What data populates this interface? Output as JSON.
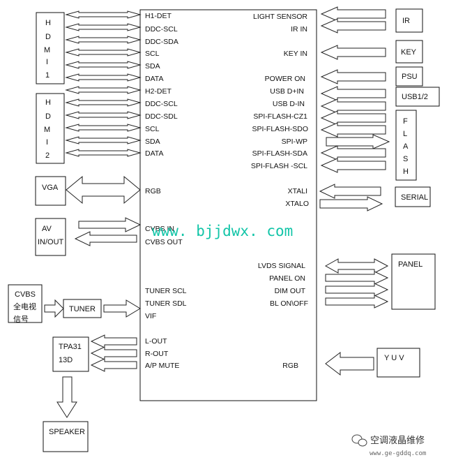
{
  "chip": {
    "left_pins": [
      "H1-DET",
      "DDC-SCL",
      "DDC-SDA",
      "SCL",
      "SDA",
      "DATA",
      "H2-DET",
      "DDC-SCL",
      "DDC-SDL",
      "SCL",
      "SDA",
      "DATA",
      "RGB",
      "CVBS IN",
      "CVBS OUT",
      "TUNER SCL",
      "TUNER SDL",
      "VIF",
      "L-OUT",
      "R-OUT",
      "A/P MUTE"
    ],
    "right_pins": [
      "LIGHT SENSOR",
      "IR IN",
      "KEY IN",
      "POWER ON",
      "USB D+IN",
      "USB D-IN",
      "SPI-FLASH-CZ1",
      "SPI-FLASH-SDO",
      "SPI-WP",
      "SPI-FLASH-SDA",
      "SPI-FLASH -SCL",
      "XTALI",
      "XTALO",
      "LVDS SIGNAL",
      "PANEL ON",
      "DIM OUT",
      "BL ON\\OFF",
      "RGB"
    ]
  },
  "blocks": {
    "hdmi1": [
      "H",
      "D",
      "M",
      "I",
      "1"
    ],
    "hdmi2": [
      "H",
      "D",
      "M",
      "I",
      "2"
    ],
    "vga": "VGA",
    "av": [
      "AV",
      "IN/OUT"
    ],
    "cvbs": [
      "CVBS",
      "全电视",
      "信号"
    ],
    "tuner": "TUNER",
    "tpa": [
      "TPA31",
      "13D"
    ],
    "speaker": "SPEAKER",
    "ir": "IR",
    "key": "KEY",
    "psu": "PSU",
    "usb": "USB1/2",
    "flash": [
      "F",
      "L",
      "A",
      "S",
      "H"
    ],
    "serial": "SERIAL",
    "panel": "PANEL",
    "yuv": "Y U V"
  },
  "watermark": "www. bjjdwx. com",
  "logo": {
    "name": "空调液晶维修",
    "url": "www.ge-gddq.com"
  }
}
